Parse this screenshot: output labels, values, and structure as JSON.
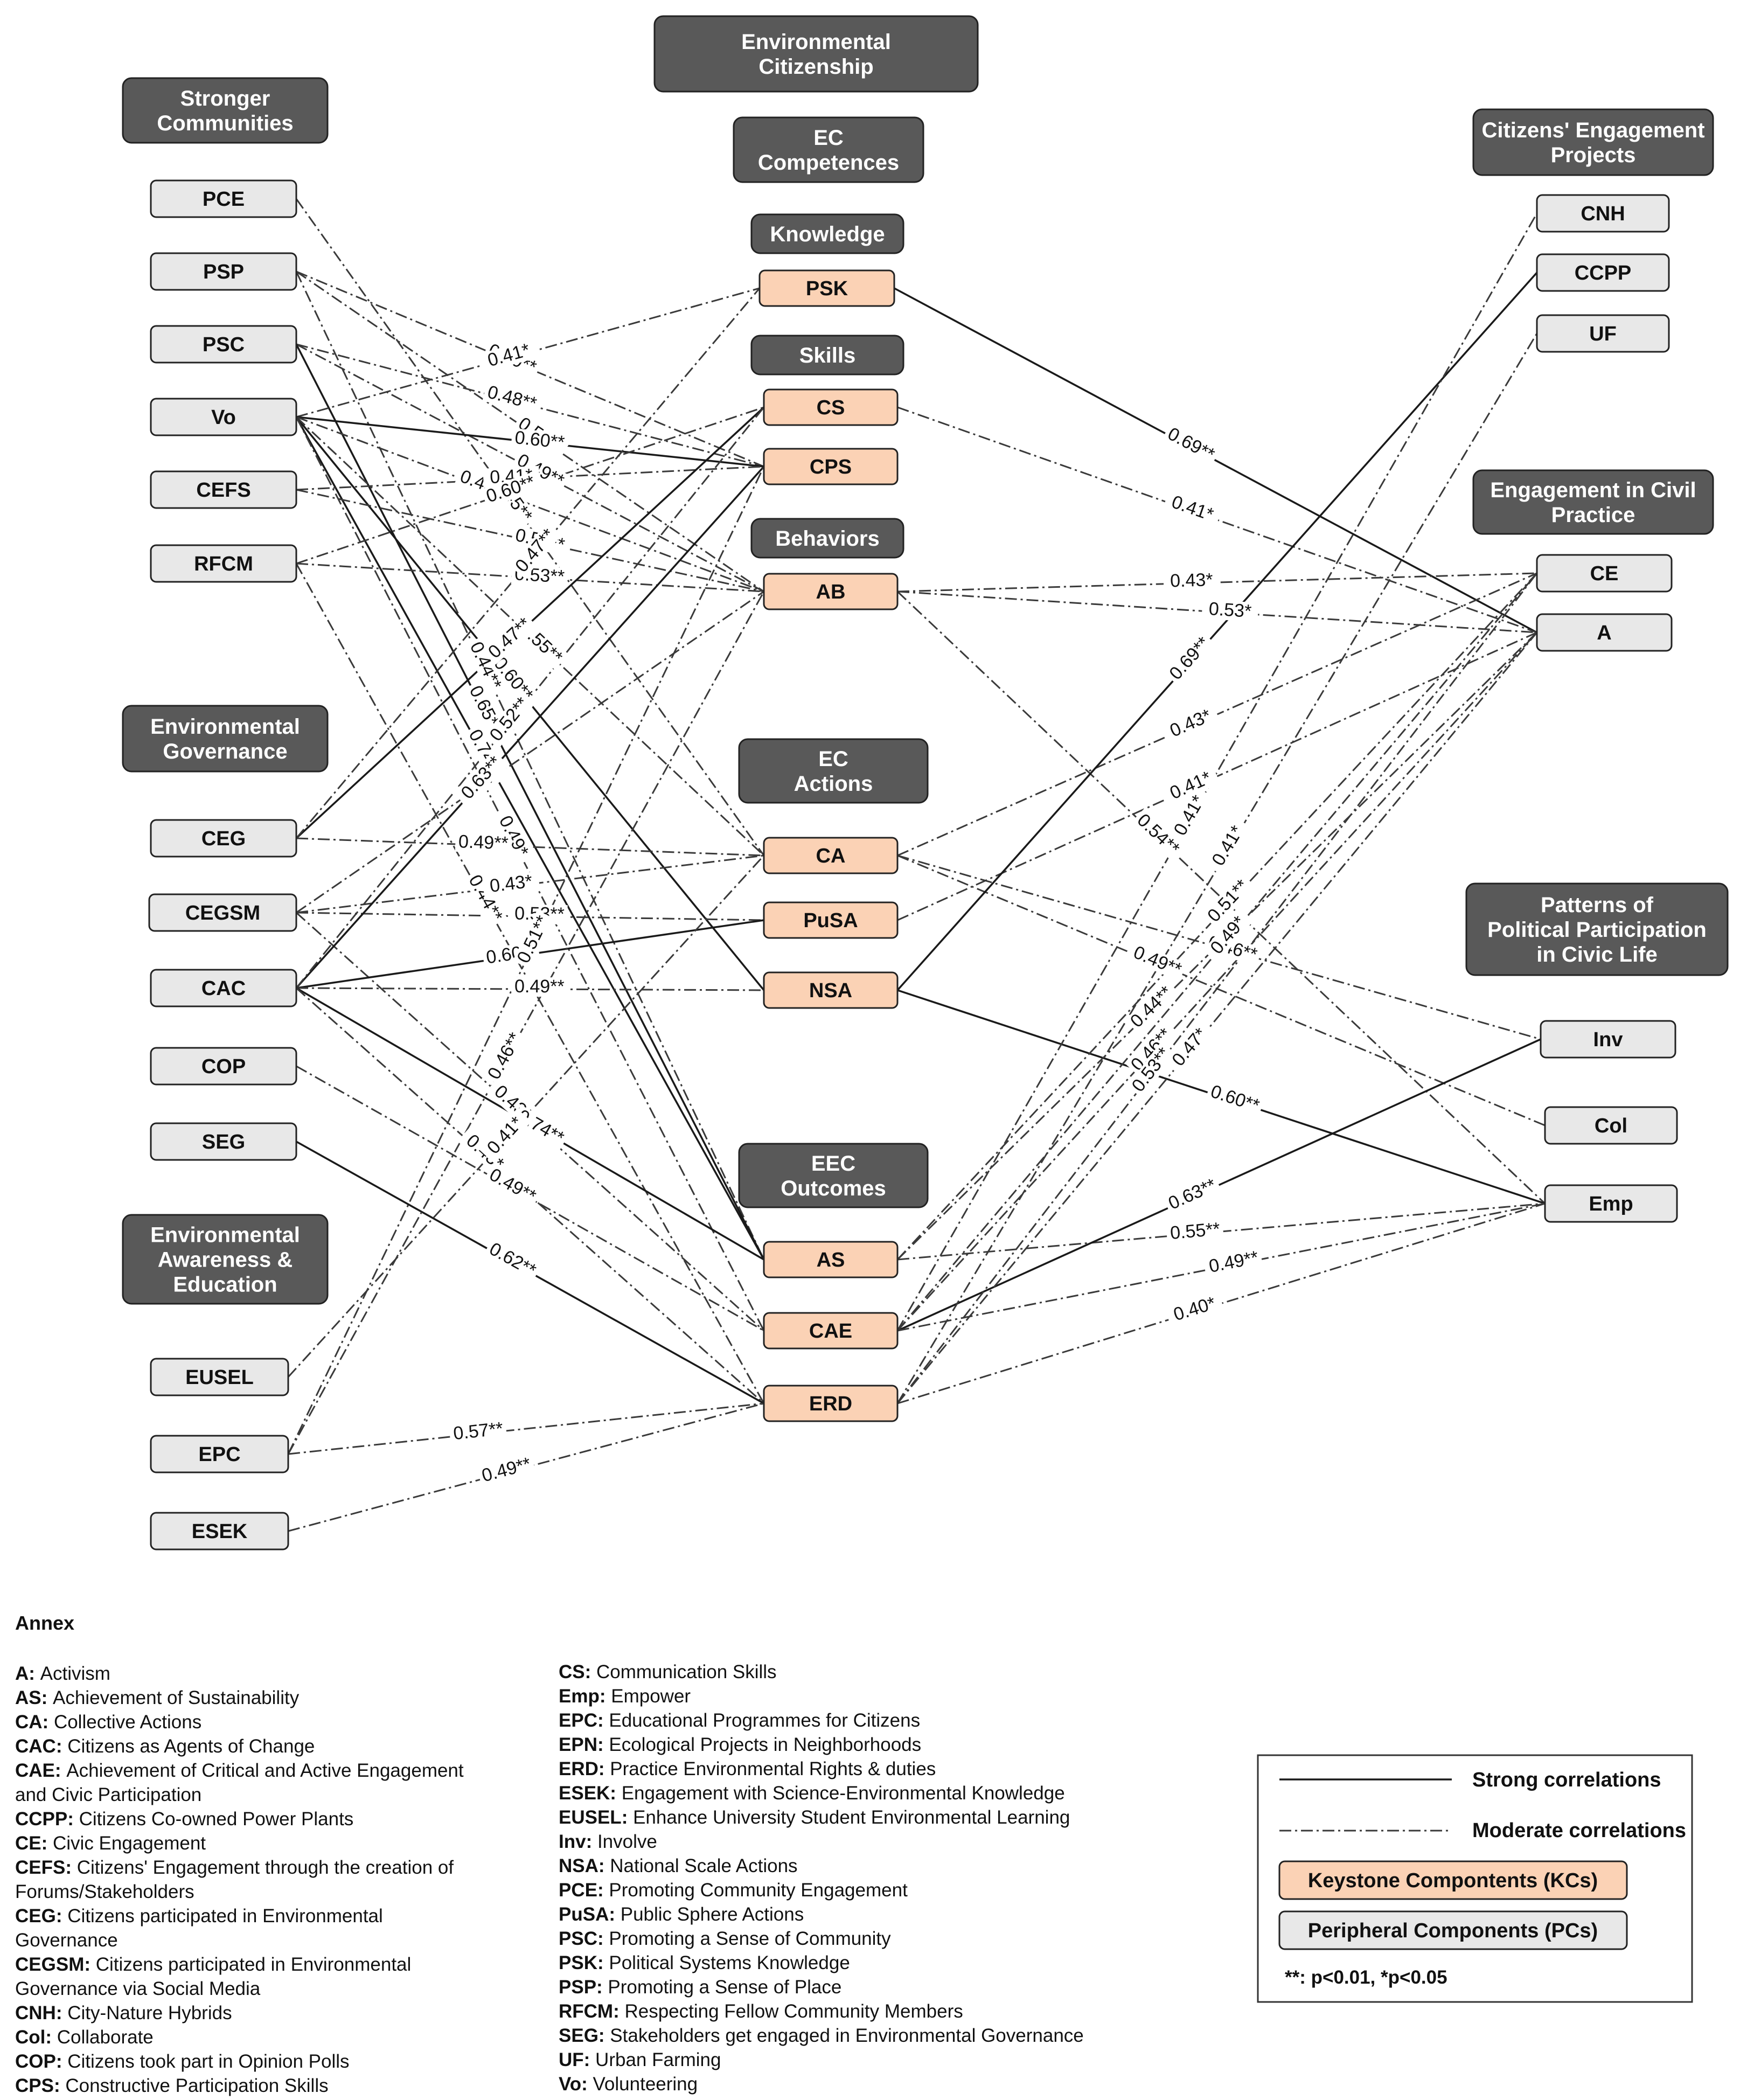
{
  "title": "Environmental Citizenship",
  "headers": [
    {
      "id": "h_ec",
      "text": "Environmental Citizenship"
    },
    {
      "id": "h_sc",
      "text": "Stronger Communities"
    },
    {
      "id": "h_ecc",
      "text": "EC Competences"
    },
    {
      "id": "h_kn",
      "text": "Knowledge"
    },
    {
      "id": "h_sk",
      "text": "Skills"
    },
    {
      "id": "h_be",
      "text": "Behaviors"
    },
    {
      "id": "h_eg",
      "text": "Environmental Governance"
    },
    {
      "id": "h_eca",
      "text": "EC Actions"
    },
    {
      "id": "h_eec",
      "text": "EEC Outcomes"
    },
    {
      "id": "h_eae",
      "text": "Environmental Awareness & Education"
    },
    {
      "id": "h_cep",
      "text": "Citizens' Engagement Projects"
    },
    {
      "id": "h_ecp",
      "text": "Engagement in Civil Practice"
    },
    {
      "id": "h_ppp",
      "text": "Patterns of Political Participation in Civic Life"
    }
  ],
  "nodes": [
    {
      "id": "PCE",
      "label": "PCE",
      "kind": "peripheral"
    },
    {
      "id": "PSP",
      "label": "PSP",
      "kind": "peripheral"
    },
    {
      "id": "PSC",
      "label": "PSC",
      "kind": "peripheral"
    },
    {
      "id": "Vo",
      "label": "Vo",
      "kind": "peripheral"
    },
    {
      "id": "CEFS",
      "label": "CEFS",
      "kind": "peripheral"
    },
    {
      "id": "RFCM",
      "label": "RFCM",
      "kind": "peripheral"
    },
    {
      "id": "CEG",
      "label": "CEG",
      "kind": "peripheral"
    },
    {
      "id": "CEGSM",
      "label": "CEGSM",
      "kind": "peripheral"
    },
    {
      "id": "CAC",
      "label": "CAC",
      "kind": "peripheral"
    },
    {
      "id": "COP",
      "label": "COP",
      "kind": "peripheral"
    },
    {
      "id": "SEG",
      "label": "SEG",
      "kind": "peripheral"
    },
    {
      "id": "EUSEL",
      "label": "EUSEL",
      "kind": "peripheral"
    },
    {
      "id": "EPC",
      "label": "EPC",
      "kind": "peripheral"
    },
    {
      "id": "ESEK",
      "label": "ESEK",
      "kind": "peripheral"
    },
    {
      "id": "PSK",
      "label": "PSK",
      "kind": "keystone"
    },
    {
      "id": "CS",
      "label": "CS",
      "kind": "keystone"
    },
    {
      "id": "CPS",
      "label": "CPS",
      "kind": "keystone"
    },
    {
      "id": "AB",
      "label": "AB",
      "kind": "keystone"
    },
    {
      "id": "CA",
      "label": "CA",
      "kind": "keystone"
    },
    {
      "id": "PuSA",
      "label": "PuSA",
      "kind": "keystone"
    },
    {
      "id": "NSA",
      "label": "NSA",
      "kind": "keystone"
    },
    {
      "id": "AS",
      "label": "AS",
      "kind": "keystone"
    },
    {
      "id": "CAE",
      "label": "CAE",
      "kind": "keystone"
    },
    {
      "id": "ERD",
      "label": "ERD",
      "kind": "keystone"
    },
    {
      "id": "CNH",
      "label": "CNH",
      "kind": "peripheral"
    },
    {
      "id": "CCPP",
      "label": "CCPP",
      "kind": "peripheral"
    },
    {
      "id": "UF",
      "label": "UF",
      "kind": "peripheral"
    },
    {
      "id": "CE",
      "label": "CE",
      "kind": "peripheral"
    },
    {
      "id": "A",
      "label": "A",
      "kind": "peripheral"
    },
    {
      "id": "Inv",
      "label": "Inv",
      "kind": "peripheral"
    },
    {
      "id": "Col",
      "label": "Col",
      "kind": "peripheral"
    },
    {
      "id": "Emp",
      "label": "Emp",
      "kind": "peripheral"
    }
  ],
  "edges": [
    {
      "from": "PCE",
      "to": "CA",
      "label": "0.45**",
      "strength": "moderate"
    },
    {
      "from": "PSP",
      "to": "CPS",
      "label": "0.49**",
      "strength": "moderate"
    },
    {
      "from": "PSP",
      "to": "AB",
      "label": "0.53**",
      "strength": "moderate"
    },
    {
      "from": "PSP",
      "to": "AS",
      "label": "0.44**",
      "strength": "moderate"
    },
    {
      "from": "PSC",
      "to": "CPS",
      "label": "0.48**",
      "strength": "moderate"
    },
    {
      "from": "PSC",
      "to": "AB",
      "label": "0.49**",
      "strength": "moderate"
    },
    {
      "from": "PSC",
      "to": "AS",
      "label": "0.65**",
      "strength": "strong"
    },
    {
      "from": "Vo",
      "to": "PSK",
      "label": "0.41*",
      "strength": "moderate"
    },
    {
      "from": "Vo",
      "to": "CPS",
      "label": "0.60**",
      "strength": "strong"
    },
    {
      "from": "Vo",
      "to": "AB",
      "label": "0.45**",
      "strength": "moderate"
    },
    {
      "from": "Vo",
      "to": "NSA",
      "label": "0.60**",
      "strength": "strong"
    },
    {
      "from": "Vo",
      "to": "CA",
      "label": "0.55**",
      "strength": "moderate"
    },
    {
      "from": "Vo",
      "to": "AS",
      "label": "0.74**",
      "strength": "strong"
    },
    {
      "from": "Vo",
      "to": "CAE",
      "label": "0.49*",
      "strength": "moderate"
    },
    {
      "from": "CEFS",
      "to": "CPS",
      "label": "0.41*",
      "strength": "moderate"
    },
    {
      "from": "CEFS",
      "to": "AB",
      "label": "0.50**",
      "strength": "moderate"
    },
    {
      "from": "RFCM",
      "to": "CS",
      "label": "0.60**",
      "strength": "moderate"
    },
    {
      "from": "RFCM",
      "to": "AB",
      "label": "0.53**",
      "strength": "moderate"
    },
    {
      "from": "RFCM",
      "to": "ERD",
      "label": "0.44**",
      "strength": "moderate"
    },
    {
      "from": "CEG",
      "to": "CS",
      "label": "0.47**",
      "strength": "strong"
    },
    {
      "from": "CEG",
      "to": "PSK",
      "label": "0.47**",
      "strength": "moderate"
    },
    {
      "from": "CEG",
      "to": "CA",
      "label": "0.49**",
      "strength": "moderate"
    },
    {
      "from": "CEGSM",
      "to": "CA",
      "label": "0.43*",
      "strength": "moderate"
    },
    {
      "from": "CEGSM",
      "to": "PuSA",
      "label": "0.53**",
      "strength": "moderate"
    },
    {
      "from": "CEGSM",
      "to": "AB",
      "label": "0.54**",
      "strength": "moderate"
    },
    {
      "from": "CEGSM",
      "to": "CAE",
      "label": "0.43*",
      "strength": "moderate"
    },
    {
      "from": "CAC",
      "to": "PuSA",
      "label": "0.60**",
      "strength": "strong"
    },
    {
      "from": "CAC",
      "to": "NSA",
      "label": "0.49**",
      "strength": "moderate"
    },
    {
      "from": "CAC",
      "to": "CPS",
      "label": "0.63**",
      "strength": "strong"
    },
    {
      "from": "CAC",
      "to": "CS",
      "label": "0.52**",
      "strength": "moderate"
    },
    {
      "from": "CAC",
      "to": "AS",
      "label": "0.74**",
      "strength": "strong"
    },
    {
      "from": "CAC",
      "to": "ERD",
      "label": "0.43*",
      "strength": "moderate"
    },
    {
      "from": "COP",
      "to": "CAE",
      "label": "0.49**",
      "strength": "moderate"
    },
    {
      "from": "SEG",
      "to": "ERD",
      "label": "0.62**",
      "strength": "strong"
    },
    {
      "from": "EUSEL",
      "to": "CA",
      "label": "0.41*",
      "strength": "moderate"
    },
    {
      "from": "EPC",
      "to": "AB",
      "label": "0.46**",
      "strength": "moderate"
    },
    {
      "from": "EPC",
      "to": "CPS",
      "label": "0.51**",
      "strength": "moderate"
    },
    {
      "from": "EPC",
      "to": "ERD",
      "label": "0.57**",
      "strength": "moderate"
    },
    {
      "from": "ESEK",
      "to": "ERD",
      "label": "0.49**",
      "strength": "moderate"
    },
    {
      "from": "PSK",
      "to": "A",
      "label": "0.69**",
      "strength": "strong"
    },
    {
      "from": "CS",
      "to": "A",
      "label": "0.41*",
      "strength": "moderate"
    },
    {
      "from": "AB",
      "to": "CE",
      "label": "0.43*",
      "strength": "moderate"
    },
    {
      "from": "AB",
      "to": "A",
      "label": "0.53*",
      "strength": "moderate"
    },
    {
      "from": "AB",
      "to": "Emp",
      "label": "0.54**",
      "strength": "moderate"
    },
    {
      "from": "CA",
      "to": "CE",
      "label": "0.43*",
      "strength": "moderate"
    },
    {
      "from": "CA",
      "to": "Inv",
      "label": "0.46**",
      "strength": "moderate"
    },
    {
      "from": "CA",
      "to": "Col",
      "label": "0.49**",
      "strength": "moderate"
    },
    {
      "from": "PuSA",
      "to": "A",
      "label": "0.41*",
      "strength": "moderate"
    },
    {
      "from": "NSA",
      "to": "CCPP",
      "label": "0.69**",
      "strength": "strong"
    },
    {
      "from": "NSA",
      "to": "Emp",
      "label": "0.60**",
      "strength": "strong"
    },
    {
      "from": "AS",
      "to": "Emp",
      "label": "0.55**",
      "strength": "moderate"
    },
    {
      "from": "AS",
      "to": "CE",
      "label": "0.51**",
      "strength": "moderate"
    },
    {
      "from": "CAE",
      "to": "Inv",
      "label": "0.63**",
      "strength": "strong"
    },
    {
      "from": "CAE",
      "to": "Emp",
      "label": "0.49**",
      "strength": "moderate"
    },
    {
      "from": "CAE",
      "to": "A",
      "label": "0.46**",
      "strength": "moderate"
    },
    {
      "from": "CAE",
      "to": "CNH",
      "label": "0.41*",
      "strength": "moderate"
    },
    {
      "from": "ERD",
      "to": "Emp",
      "label": "0.40*",
      "strength": "moderate"
    },
    {
      "from": "ERD",
      "to": "UF",
      "label": "0.41*",
      "strength": "moderate"
    },
    {
      "from": "ERD",
      "to": "CE",
      "label": "0.53**",
      "strength": "moderate"
    },
    {
      "from": "ERD",
      "to": "A",
      "label": "0.47*",
      "strength": "moderate"
    },
    {
      "from": "AS",
      "to": "A",
      "label": "0.44**",
      "strength": "moderate"
    },
    {
      "from": "CAE",
      "to": "CE",
      "label": "0.49*",
      "strength": "moderate"
    }
  ],
  "annex": {
    "title": "Annex",
    "col1": [
      {
        "abbr": "A:",
        "def": "Activism"
      },
      {
        "abbr": "AS:",
        "def": "Achievement of Sustainability"
      },
      {
        "abbr": "CA:",
        "def": "Collective Actions"
      },
      {
        "abbr": "CAC:",
        "def": "Citizens as Agents of Change"
      },
      {
        "abbr": "CAE:",
        "def": "Achievement of Critical and Active Engagement"
      },
      {
        "abbr": "",
        "def": "and Civic Participation"
      },
      {
        "abbr": "CCPP:",
        "def": "Citizens Co-owned Power Plants"
      },
      {
        "abbr": "CE:",
        "def": "Civic Engagement"
      },
      {
        "abbr": "CEFS:",
        "def": "Citizens' Engagement through the creation of"
      },
      {
        "abbr": "",
        "def": "Forums/Stakeholders"
      },
      {
        "abbr": "CEG:",
        "def": "Citizens participated in Environmental"
      },
      {
        "abbr": "",
        "def": "Governance"
      },
      {
        "abbr": "CEGSM:",
        "def": "Citizens participated in Environmental"
      },
      {
        "abbr": "",
        "def": "Governance via Social Media"
      },
      {
        "abbr": "CNH:",
        "def": "City-Nature Hybrids"
      },
      {
        "abbr": "Col:",
        "def": "Collaborate"
      },
      {
        "abbr": "COP:",
        "def": "Citizens took part in Opinion Polls"
      },
      {
        "abbr": "CPS:",
        "def": "Constructive Participation Skills"
      }
    ],
    "col2": [
      {
        "abbr": "CS:",
        "def": "Communication Skills"
      },
      {
        "abbr": "Emp:",
        "def": "Empower"
      },
      {
        "abbr": "EPC:",
        "def": "Educational Programmes for Citizens"
      },
      {
        "abbr": "EPN:",
        "def": "Ecological Projects in Neighborhoods"
      },
      {
        "abbr": "ERD:",
        "def": "Practice Environmental Rights & duties"
      },
      {
        "abbr": "ESEK:",
        "def": "Engagement with Science-Environmental Knowledge"
      },
      {
        "abbr": "EUSEL:",
        "def": "Enhance University Student Environmental Learning"
      },
      {
        "abbr": "Inv:",
        "def": "Involve"
      },
      {
        "abbr": "NSA:",
        "def": "National Scale Actions"
      },
      {
        "abbr": "PCE:",
        "def": "Promoting Community Engagement"
      },
      {
        "abbr": "PuSA:",
        "def": "Public Sphere Actions"
      },
      {
        "abbr": "PSC:",
        "def": "Promoting a Sense of Community"
      },
      {
        "abbr": "PSK:",
        "def": "Political Systems Knowledge"
      },
      {
        "abbr": "PSP:",
        "def": "Promoting a Sense of Place"
      },
      {
        "abbr": "RFCM:",
        "def": "Respecting Fellow Community Members"
      },
      {
        "abbr": "SEG:",
        "def": "Stakeholders get engaged in Environmental Governance"
      },
      {
        "abbr": "UF:",
        "def": "Urban Farming"
      },
      {
        "abbr": "Vo:",
        "def": "Volunteering"
      }
    ]
  },
  "legend": {
    "strong": "Strong correlations",
    "moderate": "Moderate correlations",
    "keystone": "Keystone Compontents (KCs)",
    "peripheral": "Peripheral Components (PCs)",
    "significance": "**: p<0.01, *p<0.05"
  }
}
